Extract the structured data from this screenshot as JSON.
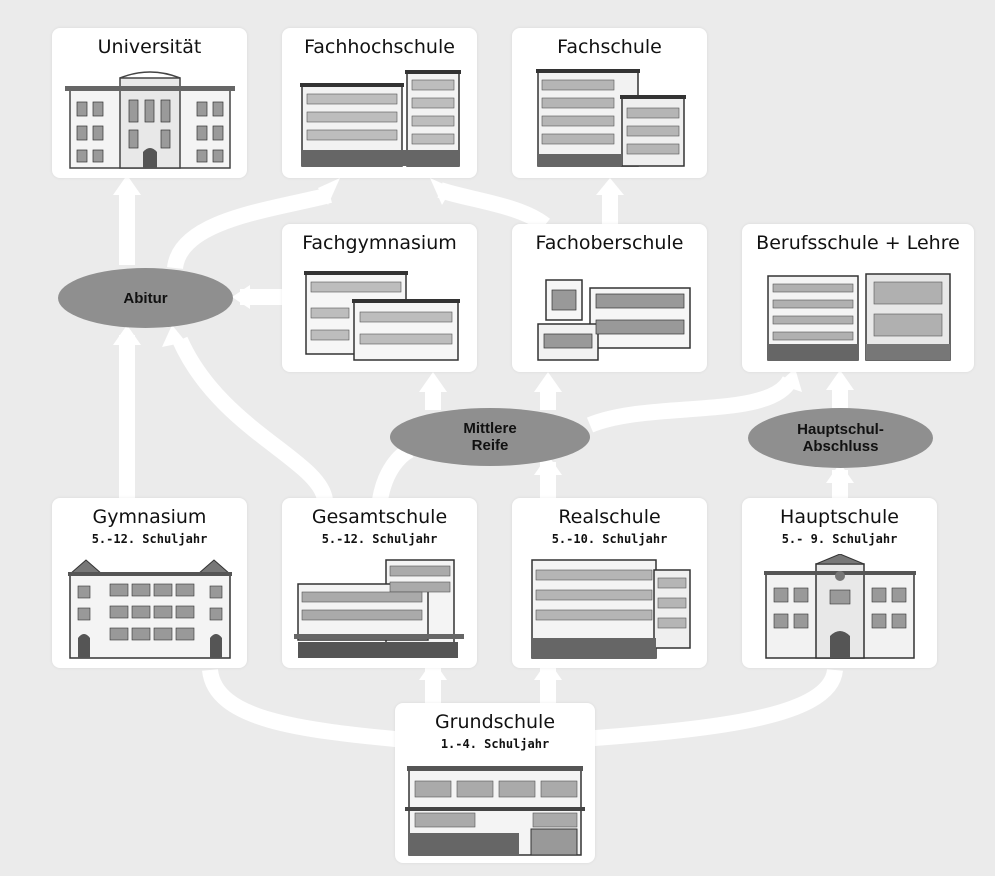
{
  "nodes": {
    "universitaet": {
      "title": "Universität"
    },
    "fachhochschule": {
      "title": "Fachhochschule"
    },
    "fachschule": {
      "title": "Fachschule"
    },
    "fachgymnasium": {
      "title": "Fachgymnasium"
    },
    "fachoberschule": {
      "title": "Fachoberschule"
    },
    "berufsschule": {
      "title": "Berufsschule + Lehre"
    },
    "gymnasium": {
      "title": "Gymnasium",
      "subtitle": "5.-12. Schuljahr"
    },
    "gesamtschule": {
      "title": "Gesamtschule",
      "subtitle": "5.-12. Schuljahr"
    },
    "realschule": {
      "title": "Realschule",
      "subtitle": "5.-10. Schuljahr"
    },
    "hauptschule": {
      "title": "Hauptschule",
      "subtitle": "5.- 9. Schuljahr"
    },
    "grundschule": {
      "title": "Grundschule",
      "subtitle": "1.-4. Schuljahr"
    }
  },
  "qualifications": {
    "abitur": "Abitur",
    "mittlere_reife": "Mittlere\nReife",
    "hauptschul_abschluss": "Hauptschul-\nAbschluss"
  },
  "colors": {
    "background": "#ebebeb",
    "card": "#ffffff",
    "path": "#ffffff",
    "qualification_ellipse": "#8f8f8f"
  }
}
